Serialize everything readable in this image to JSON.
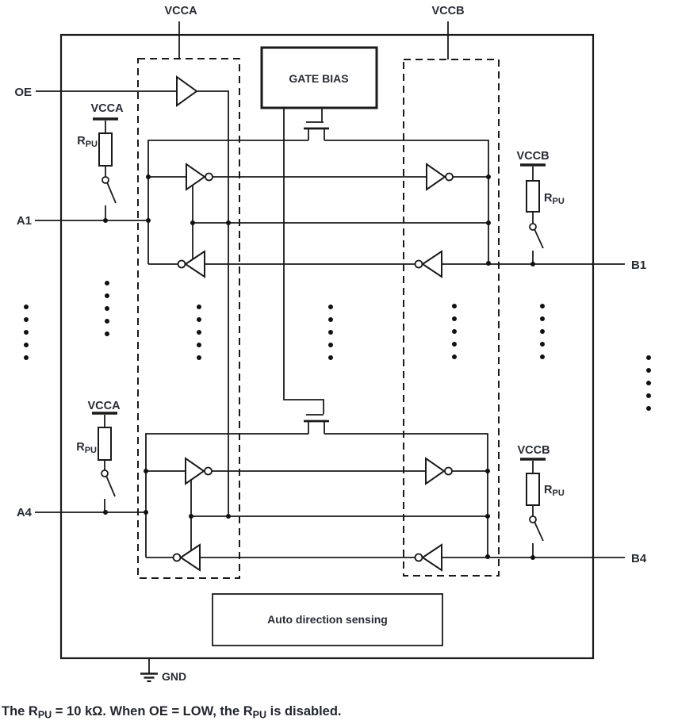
{
  "diagram": {
    "power": {
      "vcca": "VCCA",
      "vccb": "VCCB"
    },
    "pins": {
      "oe": "OE",
      "a1": "A1",
      "a4": "A4",
      "b1": "B1",
      "b4": "B4",
      "gnd": "GND"
    },
    "blocks": {
      "gate_bias": "GATE BIAS",
      "auto_direction": "Auto direction sensing"
    },
    "resistor": {
      "main": "R",
      "sub": "PU"
    },
    "note": {
      "seg1": "The R",
      "sub1": "PU",
      "seg2": " = 10 kΩ. When OE = LOW, the R",
      "sub2": "PU",
      "seg3": " is disabled."
    },
    "colors": {
      "line": "#1a1a1a",
      "text": "#272b34"
    }
  }
}
